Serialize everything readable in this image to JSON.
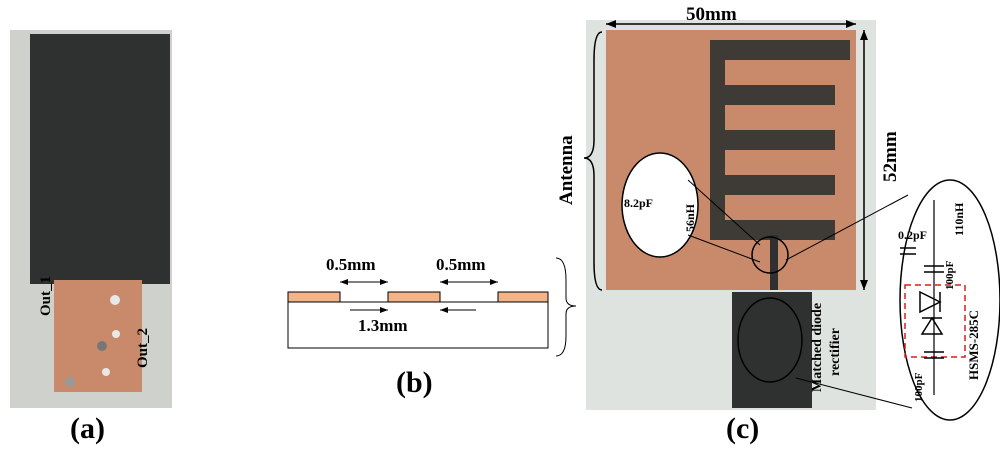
{
  "panel_a": {
    "label": "(a)",
    "pin_labels": [
      "Out_1",
      "Out_2"
    ]
  },
  "panel_b": {
    "label": "(b)",
    "dims": [
      "0.5mm",
      "0.5mm",
      "1.3mm"
    ]
  },
  "panel_c": {
    "label": "(c)",
    "width_dim": "50mm",
    "height_dim": "52mm",
    "antenna_label": "Antenna",
    "rectifier_label": [
      "Matched diode",
      "rectifier"
    ],
    "matching_caps": [
      "8.2pF",
      "56nH"
    ],
    "rectifier_parts": [
      "0.2pF",
      "110nH",
      "100pF",
      "100pF",
      "HSMS-285C"
    ]
  },
  "colors": {
    "board_dark": "#2f3130",
    "copper": "#c98a6c",
    "copper_strip": "#f3b487",
    "dashed_box": "#e01c1c"
  }
}
